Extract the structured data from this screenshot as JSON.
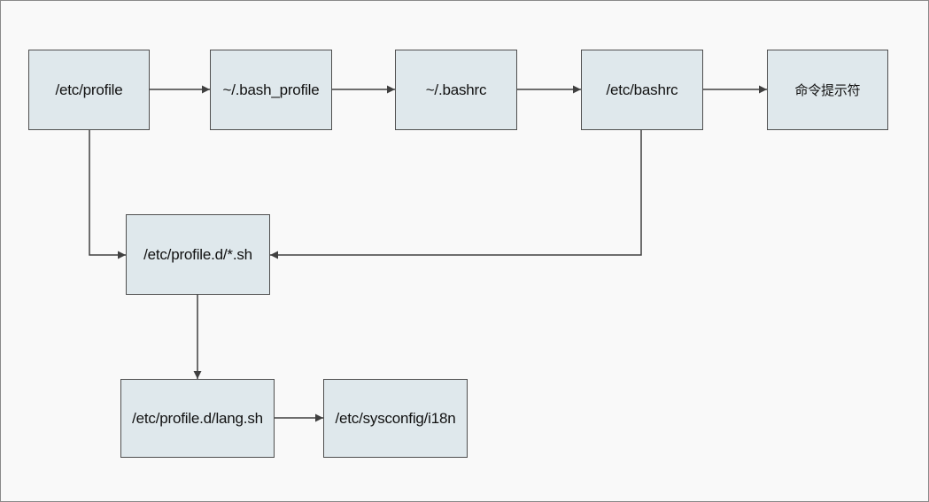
{
  "diagram": {
    "nodes": {
      "etc_profile": "/etc/profile",
      "bash_profile": "~/.bash_profile",
      "bashrc_home": "~/.bashrc",
      "etc_bashrc": "/etc/bashrc",
      "prompt": "命令提示符",
      "profile_d_sh": "/etc/profile.d/*.sh",
      "lang_sh": "/etc/profile.d/lang.sh",
      "sysconfig_i18n": "/etc/sysconfig/i18n"
    },
    "edges": [
      {
        "from": "/etc/profile",
        "to": "~/.bash_profile"
      },
      {
        "from": "~/.bash_profile",
        "to": "~/.bashrc"
      },
      {
        "from": "~/.bashrc",
        "to": "/etc/bashrc"
      },
      {
        "from": "/etc/bashrc",
        "to": "命令提示符"
      },
      {
        "from": "/etc/profile",
        "to": "/etc/profile.d/*.sh"
      },
      {
        "from": "/etc/bashrc",
        "to": "/etc/profile.d/*.sh"
      },
      {
        "from": "/etc/profile.d/*.sh",
        "to": "/etc/profile.d/lang.sh"
      },
      {
        "from": "/etc/profile.d/lang.sh",
        "to": "/etc/sysconfig/i18n"
      }
    ],
    "colors": {
      "node_fill": "#dfe8ec",
      "node_border": "#4f4f4f",
      "edge": "#404040",
      "background": "#f9f9f9"
    }
  }
}
